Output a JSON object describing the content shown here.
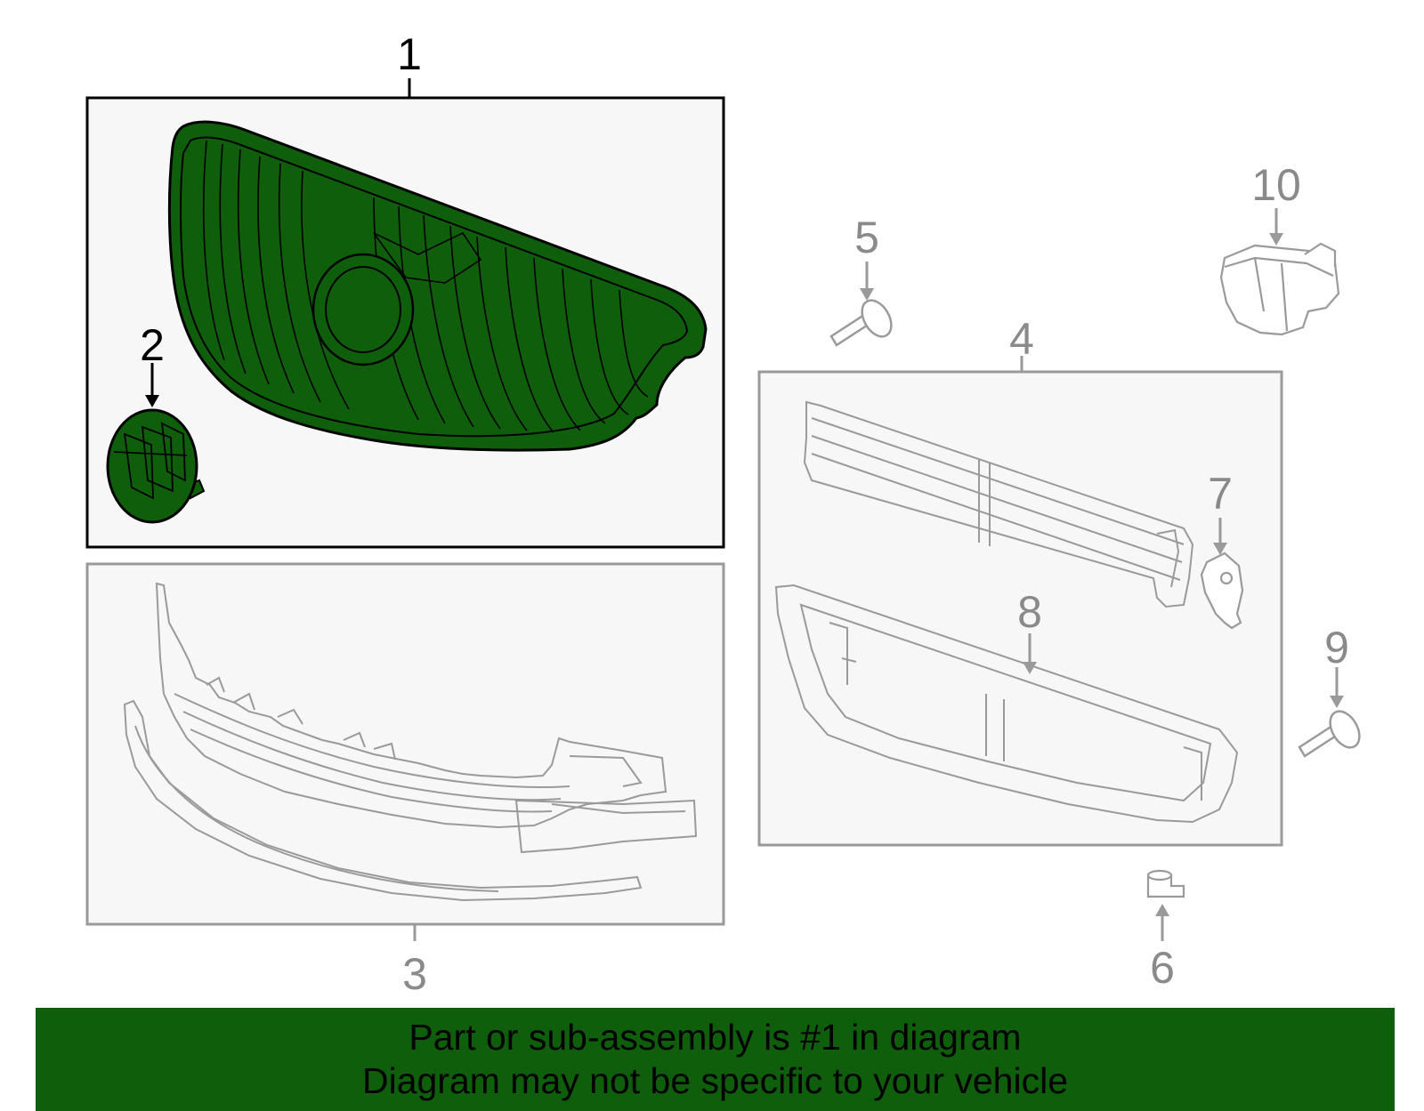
{
  "callouts": {
    "c1": "1",
    "c2": "2",
    "c3": "3",
    "c4": "4",
    "c5": "5",
    "c6": "6",
    "c7": "7",
    "c8": "8",
    "c9": "9",
    "c10": "10"
  },
  "banner": {
    "line1": "Part or sub-assembly is #1 in diagram",
    "line2": "Diagram may not be specific to your vehicle"
  },
  "colors": {
    "highlight": "#0f5e0c",
    "inactive_line": "#9a9a9a",
    "panel_fill": "#f7f7f7"
  }
}
